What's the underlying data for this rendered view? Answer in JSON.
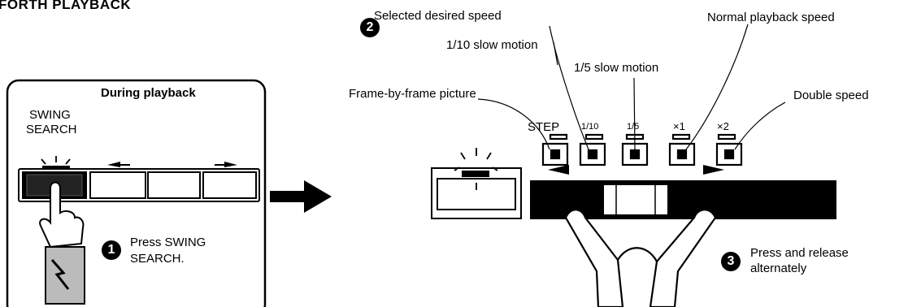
{
  "title": "FORTH PLAYBACK",
  "left_panel": {
    "header": "During playback",
    "button_label_line1": "SWING",
    "button_label_line2": "SEARCH",
    "step_number": "1",
    "instruction_line1": "Press SWING",
    "instruction_line2": "SEARCH."
  },
  "right_panel": {
    "step2_number": "2",
    "step2_text": "Selected desired speed",
    "label_slow10": "1/10 slow motion",
    "label_slow5": "1/5 slow motion",
    "label_normal": "Normal playback speed",
    "label_frame": "Frame-by-frame picture",
    "label_double": "Double speed",
    "speed_buttons": [
      "STEP",
      "1/10",
      "1/5",
      "×1",
      "×2"
    ],
    "step3_number": "3",
    "step3_line1": "Press and release",
    "step3_line2": "alternately"
  },
  "icons": [
    "flow-arrow-icon",
    "hand-icon",
    "left-triangle-icon",
    "right-triangle-icon",
    "indicator-lamp-icon"
  ]
}
